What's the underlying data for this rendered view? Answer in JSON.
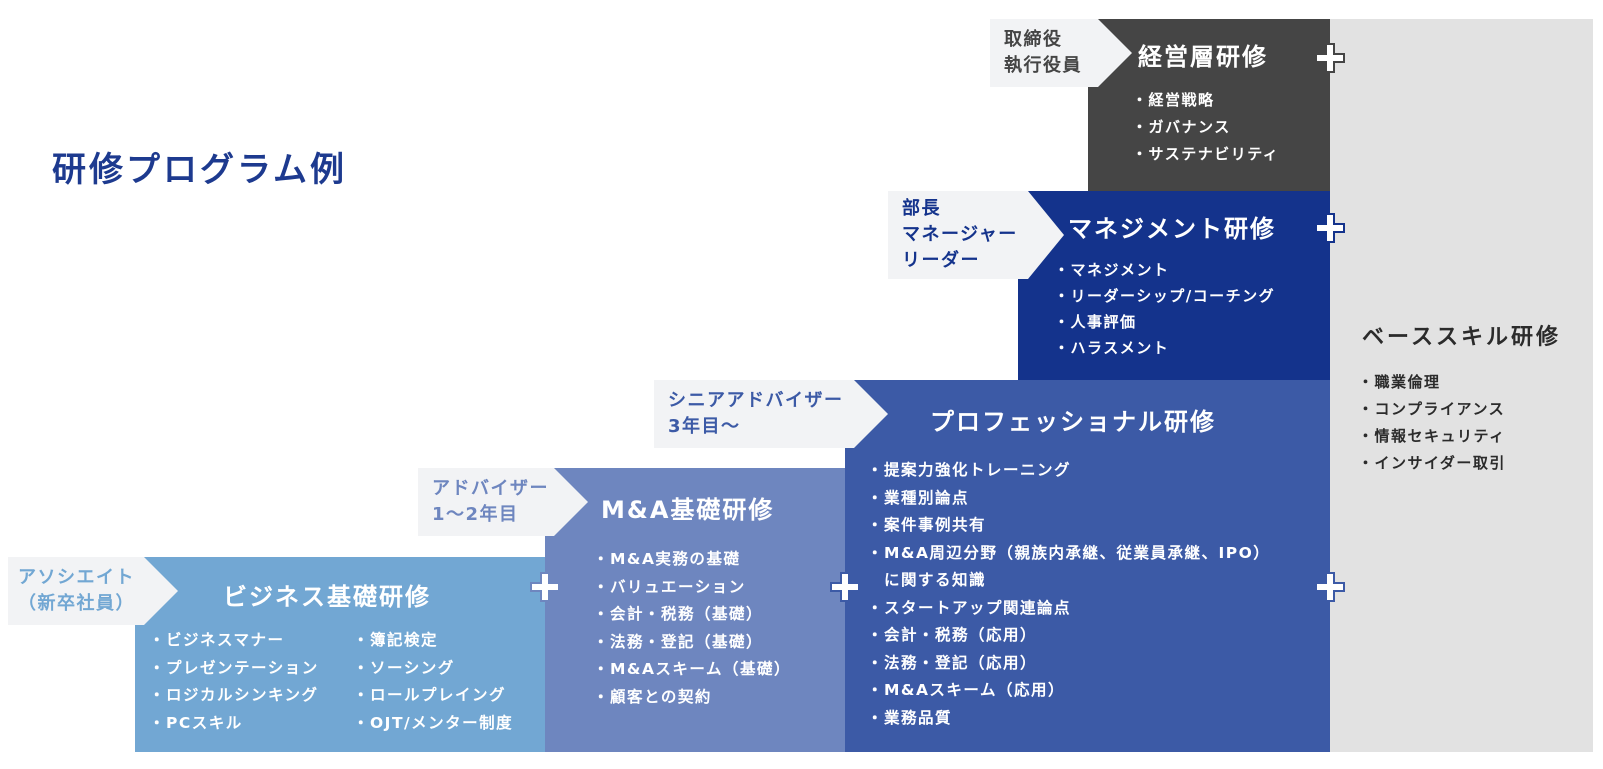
{
  "title": "研修プログラム例",
  "colors": {
    "title": "#1d3a8f",
    "business_basic": "#72a7d3",
    "ma_basic": "#6e86bf",
    "professional": "#3c5aa6",
    "management": "#14338c",
    "executive": "#454545",
    "base": "#e2e2e2",
    "tag_bg": "#f2f3f5"
  },
  "tiers": {
    "associate": {
      "role_lines": [
        "アソシエイト",
        "（新卒社員）"
      ],
      "program": "ビジネス基礎研修",
      "items_left": [
        "・ビジネスマナー",
        "・プレゼンテーション",
        "・ロジカルシンキング",
        "・PCスキル"
      ],
      "items_right": [
        "・簿記検定",
        "・ソーシング",
        "・ロールプレイング",
        "・OJT/メンター制度"
      ]
    },
    "advisor": {
      "role_lines": [
        "アドバイザー",
        "1〜2年目"
      ],
      "program": "M&A基礎研修",
      "items": [
        "・M&A実務の基礎",
        "・バリュエーション",
        "・会計・税務（基礎）",
        "・法務・登記（基礎）",
        "・M&Aスキーム（基礎）",
        "・顧客との契約"
      ]
    },
    "senior": {
      "role_lines": [
        "シニアアドバイザー",
        "3年目〜"
      ],
      "program": "プロフェッショナル研修",
      "items": [
        "・提案力強化トレーニング",
        "・業種別論点",
        "・案件事例共有",
        "・M&A周辺分野（親族内承継、従業員承継、IPO）",
        "　に関する知識",
        "・スタートアップ関連論点",
        "・会計・税務（応用）",
        "・法務・登記（応用）",
        "・M&Aスキーム（応用）",
        "・業務品質"
      ]
    },
    "manager": {
      "role_lines": [
        "部長",
        "マネージャー",
        "リーダー"
      ],
      "program": "マネジメント研修",
      "items": [
        "・マネジメント",
        "・リーダーシップ/コーチング",
        "・人事評価",
        "・ハラスメント"
      ]
    },
    "executive": {
      "role_lines": [
        "取締役",
        "執行役員"
      ],
      "program": "経営層研修",
      "items": [
        "・経営戦略",
        "・ガバナンス",
        "・サステナビリティ"
      ]
    },
    "base": {
      "program": "ベーススキル研修",
      "items": [
        "・職業倫理",
        "・コンプライアンス",
        "・情報セキュリティ",
        "・インサイダー取引"
      ]
    }
  }
}
